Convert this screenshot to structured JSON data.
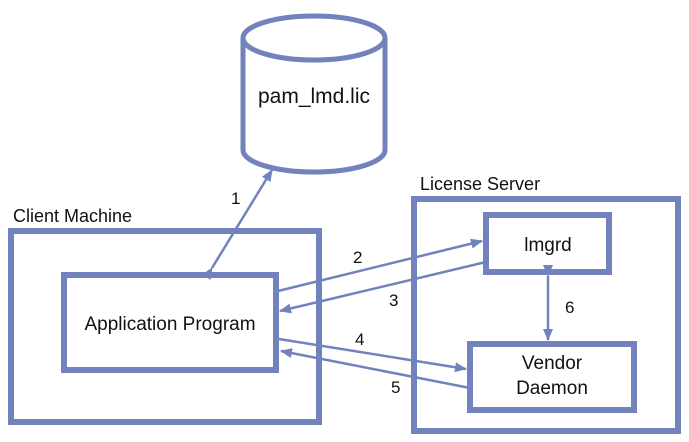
{
  "colors": {
    "box_stroke": "#7282bd",
    "arrow": "#7282bd",
    "text": "#111111",
    "background": "#ffffff"
  },
  "database": {
    "label": "pam_lmd.lic"
  },
  "client": {
    "title": "Client Machine",
    "app_label": "Application Program"
  },
  "server": {
    "title": "License Server",
    "lmgrd_label": "lmgrd",
    "vendor_label_line1": "Vendor",
    "vendor_label_line2": "Daemon"
  },
  "steps": [
    {
      "label": "1"
    },
    {
      "label": "2"
    },
    {
      "label": "3"
    },
    {
      "label": "4"
    },
    {
      "label": "5"
    },
    {
      "label": "6"
    }
  ]
}
